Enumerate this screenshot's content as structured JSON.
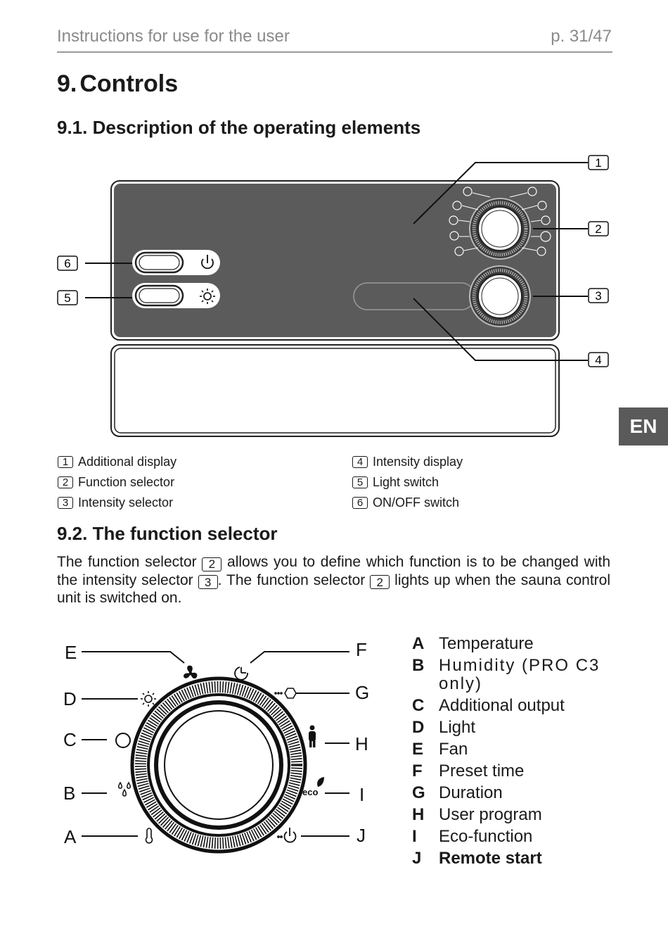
{
  "header": {
    "title": "Instructions for use for the user",
    "page": "p. 31/47"
  },
  "section": {
    "number": "9.",
    "title": "Controls"
  },
  "subsection1": {
    "title": "9.1. Description of the operating elements"
  },
  "lang_tab": "EN",
  "callouts": [
    "1",
    "2",
    "3",
    "4",
    "5",
    "6"
  ],
  "elements": [
    {
      "num": "1",
      "label": "Additional display"
    },
    {
      "num": "2",
      "label": "Function selector"
    },
    {
      "num": "3",
      "label": "Intensity selector"
    },
    {
      "num": "4",
      "label": "Intensity display"
    },
    {
      "num": "5",
      "label": "Light switch"
    },
    {
      "num": "6",
      "label": "ON/OFF switch"
    }
  ],
  "subsection2": {
    "title": "9.2. The function selector",
    "p1": "The function selector ",
    "ref1": "2",
    "p2": " allows you to define which function is to be changed with the intensity selector ",
    "ref2": "3",
    "p3": ". The function selector ",
    "ref3": "2",
    "p4": " lights up when the sauna control unit is switched on."
  },
  "dial_letters": [
    "A",
    "B",
    "C",
    "D",
    "E",
    "F",
    "G",
    "H",
    "I",
    "J"
  ],
  "eco_label": "eco",
  "functions": [
    {
      "letter": "A",
      "label": "Temperature"
    },
    {
      "letter": "B",
      "label": "Humidity (PRO C3 only)"
    },
    {
      "letter": "C",
      "label": "Additional output"
    },
    {
      "letter": "D",
      "label": "Light"
    },
    {
      "letter": "E",
      "label": "Fan"
    },
    {
      "letter": "F",
      "label": "Preset time"
    },
    {
      "letter": "G",
      "label": "Duration"
    },
    {
      "letter": "H",
      "label": "User program"
    },
    {
      "letter": "I",
      "label": "Eco-function"
    },
    {
      "letter": "J",
      "label": "Remote start"
    }
  ],
  "colors": {
    "panel": "#5b5b5b",
    "tab": "#5a5a5a",
    "header_text": "#8a8a8a"
  }
}
